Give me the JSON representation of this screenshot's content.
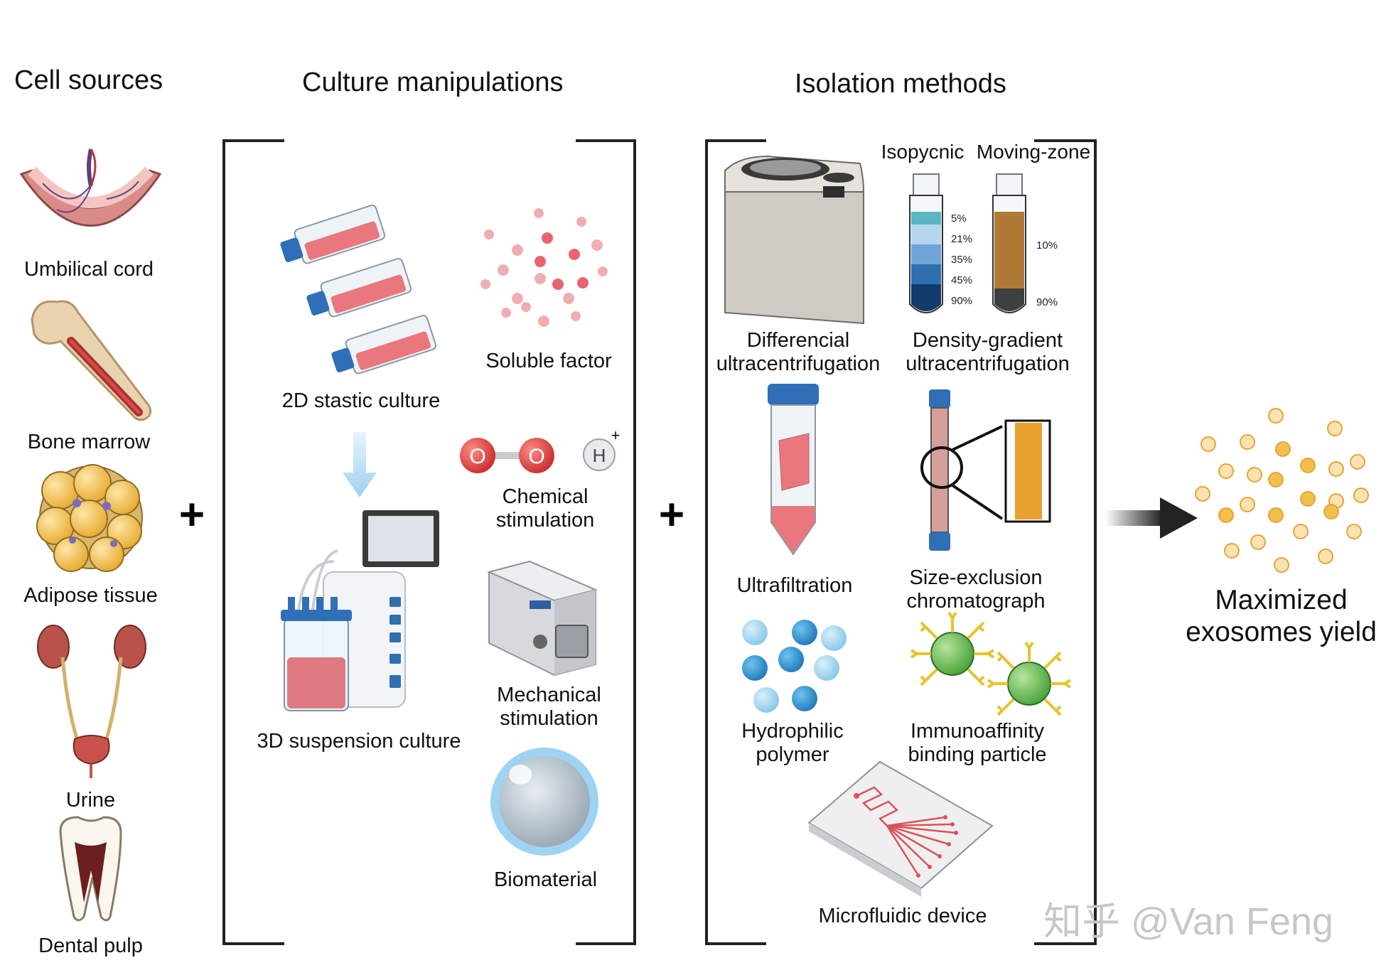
{
  "sections": {
    "cell_sources": {
      "title": "Cell sources",
      "items": [
        "Umbilical cord",
        "Bone marrow",
        "Adipose tissue",
        "Urine",
        "Dental pulp"
      ]
    },
    "culture": {
      "title": "Culture manipulations",
      "items": {
        "static2d": "2D stastic culture",
        "suspension3d": "3D suspension culture",
        "soluble": "Soluble factor",
        "chemical": [
          "Chemical",
          "stimulation"
        ],
        "mechanical": [
          "Mechanical",
          "stimulation"
        ],
        "biomaterial": "Biomaterial"
      },
      "chem_symbols": {
        "o": "O",
        "h": "H",
        "plus": "+"
      }
    },
    "isolation": {
      "title": "Isolation methods",
      "tube_headers": {
        "iso": "Isopycnic",
        "moving": "Moving-zone"
      },
      "iso_pcts": [
        "5%",
        "21%",
        "35%",
        "45%",
        "90%"
      ],
      "moving_pcts": [
        "10%",
        "90%"
      ],
      "items": {
        "differential": [
          "Differencial",
          "ultracentrifugation"
        ],
        "density": [
          "Density-gradient",
          "ultracentrifugation"
        ],
        "ultrafiltration": "Ultrafiltration",
        "sec": [
          "Size-exclusion",
          "chromatograph"
        ],
        "hydrophilic": [
          "Hydrophilic",
          "polymer"
        ],
        "immuno": [
          "Immunoaffinity",
          "binding particle"
        ],
        "microfluidic": "Microfluidic device"
      }
    },
    "result": [
      "Maximized",
      "exosomes yield"
    ]
  },
  "operators": {
    "plus": "+"
  },
  "watermark": "知乎 @Van Feng",
  "colors": {
    "accent_red": "#e0707a",
    "blue": "#2e6fb0",
    "gold": "#f2c04a",
    "green": "#62b84a"
  }
}
